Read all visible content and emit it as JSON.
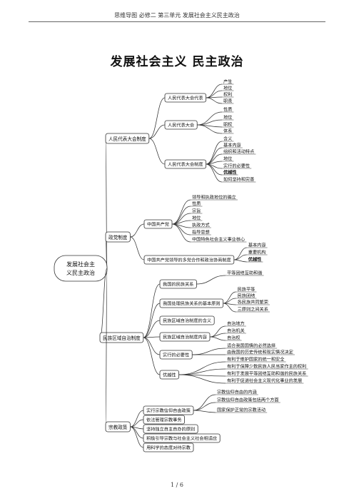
{
  "page": {
    "header": "思维导图 必修二 第三单元 发展社会主义民主政治",
    "title": "发展社会主义 民主政治",
    "page_number": "1 / 6"
  },
  "mindmap": {
    "root": "发展社会主义民主政治",
    "branches": [
      {
        "label": "人民代表大会制度",
        "children": [
          {
            "label": "人民代表大会代表",
            "leaves": [
              "产生",
              "地位",
              "权利",
              "职责"
            ]
          },
          {
            "label": "人民代表大会",
            "leaves": [
              "性质",
              "地位",
              "职权",
              "体系"
            ]
          },
          {
            "label": "人民代表大会制度",
            "leaves": [
              "含义",
              "基本内容",
              "组织和活动特点",
              "地位",
              "实行的必要性",
              "优越性",
              "如何坚持和完善"
            ]
          }
        ]
      },
      {
        "label": "政党制度",
        "children": [
          {
            "label": "中国共产党",
            "leaves": [
              "领导和执政地位的确立",
              "性质",
              "宗旨",
              "地位",
              "执政方式",
              "指导思想",
              "中国特色社会主义事业核心"
            ]
          },
          {
            "label": "中国共产党领导的多党合作和政治协商制度",
            "leaves": [
              "基本内容",
              "重要机构",
              "优越性"
            ]
          }
        ]
      },
      {
        "label": "民族区域自治制度",
        "children": [
          {
            "label": "我国的民族关系",
            "leaves": [
              "平等团结互助和谐"
            ]
          },
          {
            "label": "我国处理民族关系的基本原则",
            "leaves": [
              "民族平等",
              "民族团结",
              "各民族共同繁荣",
              "三原则之间关系"
            ]
          },
          {
            "label": "民族区域自治制度的含义",
            "leaves": []
          },
          {
            "label": "民族区域自治制度内容",
            "leaves": [
              "自治地方",
              "自治机关",
              "自治权"
            ]
          },
          {
            "label": "实行的必要性",
            "leaves": [
              "适合我国国情的必然选择",
              "由我国的历史传统和现实情况决定"
            ]
          },
          {
            "label": "优越性",
            "leaves": [
              "有利于维护国家的统一和安全",
              "有利于保障少数民族人民当家作主的权利",
              "有利于发展平等团结互助和谐的民族关系",
              "有利于促进社会主义现代化事业的发展"
            ]
          }
        ]
      },
      {
        "label": "宗教政策",
        "children": [
          {
            "label": "实行宗教信仰自由政策",
            "leaves": [
              "宗教信仰自由的内涵",
              "宗教信仰自由政策包括两个方面",
              "国家保护正常的宗教活动"
            ]
          },
          {
            "label": "依法管理宗教事务",
            "leaves": []
          },
          {
            "label": "坚持独立自主自办的原则",
            "leaves": []
          },
          {
            "label": "积极引导宗教与社会主义社会相适应",
            "leaves": []
          },
          {
            "label": "用科学的态度对待宗教",
            "leaves": []
          }
        ]
      }
    ]
  }
}
